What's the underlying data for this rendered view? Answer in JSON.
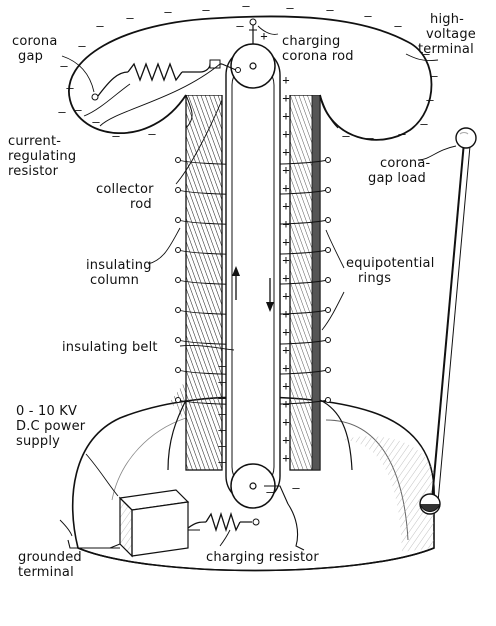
{
  "labels": {
    "corona_gap": [
      "corona",
      "gap"
    ],
    "high_voltage_terminal": [
      "high-",
      "voltage",
      "terminal"
    ],
    "charging_corona_rod": [
      "charging",
      "corona rod"
    ],
    "current_regulating_resistor": [
      "current-",
      "regulating",
      "resistor"
    ],
    "collector_rod": [
      "collector",
      "rod"
    ],
    "corona_gap_load": [
      "corona-",
      "gap load"
    ],
    "insulating_column": [
      "insulating",
      "column"
    ],
    "equipotential_rings": [
      "equipotential",
      "rings"
    ],
    "insulating_belt": "insulating belt",
    "power_supply": [
      "0 - 10 KV",
      "D.C power",
      "supply"
    ],
    "grounded_terminal": [
      "grounded",
      "terminal"
    ],
    "charging_resistor": "charging resistor"
  },
  "symbols": {
    "plus": "+",
    "minus": "–"
  }
}
